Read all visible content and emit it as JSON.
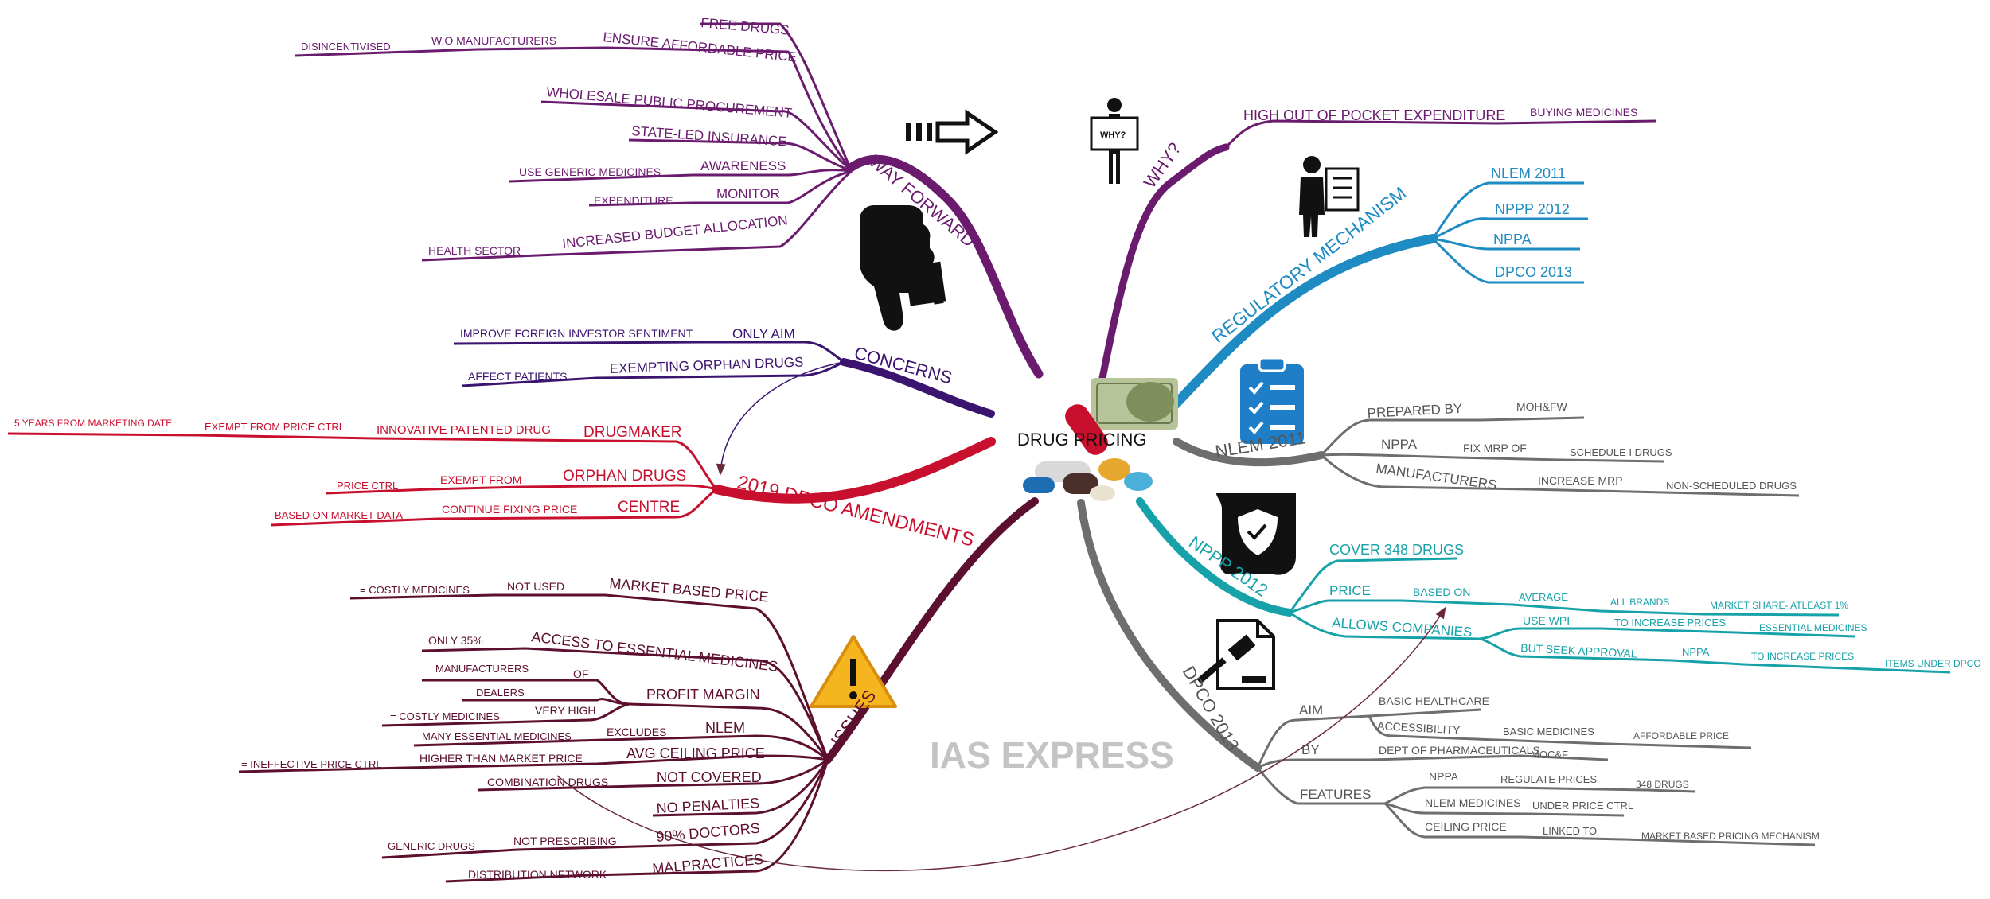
{
  "center": {
    "title": "DRUG PRICING"
  },
  "watermark": "IAS EXPRESS",
  "colors": {
    "way_forward": "#6a1b6e",
    "why": "#6a1b6e",
    "concerns": "#3b1470",
    "amendments": "#c8102e",
    "issues": "#5c0f2e",
    "regulatory": "#1e8bc3",
    "nlem": "#6e6e6e",
    "nppp": "#16a2a8",
    "dpco": "#6e6e6e",
    "icon_blue": "#1e7fc8"
  },
  "branches": {
    "way_forward": {
      "title": "WAY FORWARD",
      "items": {
        "free_drugs": "FREE DRUGS",
        "ensure_affordable": "ENSURE AFFORDABLE PRICE",
        "wo_manufacturers": "W.O MANUFACTURERS",
        "disincentivised": "DISINCENTIVISED",
        "wholesale": "WHOLESALE PUBLIC PROCUREMENT",
        "state_insurance": "STATE-LED INSURANCE",
        "awareness": "AWARENESS",
        "generic": "USE GENERIC MEDICINES",
        "monitor": "MONITOR",
        "expenditure": "EXPENDITURE",
        "budget": "INCREASED BUDGET ALLOCATION",
        "health_sector": "HEALTH SECTOR"
      }
    },
    "concerns": {
      "title": "CONCERNS",
      "items": {
        "only_aim": "ONLY AIM",
        "foreign": "IMPROVE FOREIGN INVESTOR SENTIMENT",
        "exempting": "EXEMPTING ORPHAN DRUGS",
        "affect": "AFFECT PATIENTS"
      }
    },
    "amendments": {
      "title": "2019 DPCO AMENDMENTS",
      "items": {
        "drugmaker": "DRUGMAKER",
        "innovative": "INNOVATIVE PATENTED DRUG",
        "exempt_ctrl": "EXEMPT FROM PRICE CTRL",
        "five_years": "5 YEARS FROM MARKETING DATE",
        "orphan": "ORPHAN DRUGS",
        "exempt_from": "EXEMPT FROM",
        "price_ctrl": "PRICE CTRL",
        "centre": "CENTRE",
        "continue": "CONTINUE FIXING PRICE",
        "market_data": "BASED ON MARKET DATA"
      }
    },
    "issues": {
      "title": "ISSUES",
      "items": {
        "market_based": "MARKET BASED PRICE",
        "not_used": "NOT USED",
        "costly1": "= COSTLY MEDICINES",
        "access": "ACCESS TO ESSENTIAL MEDICINES",
        "only35": "ONLY 35%",
        "profit": "PROFIT MARGIN",
        "of": "OF",
        "manufacturers": "MANUFACTURERS",
        "dealers": "DEALERS",
        "very_high": "VERY HIGH",
        "costly2": "= COSTLY MEDICINES",
        "nlem": "NLEM",
        "excludes": "EXCLUDES",
        "many_essential": "MANY ESSENTIAL MEDICINES",
        "avg_ceiling": "AVG CEILING PRICE",
        "higher": "HIGHER THAN MARKET PRICE",
        "ineffective": "= INEFFECTIVE PRICE CTRL",
        "not_covered": "NOT COVERED",
        "combination": "COMBINATION DRUGS",
        "no_penalties": "NO PENALTIES",
        "ninety": "90% DOCTORS",
        "not_prescribing": "NOT PRESCRIBING",
        "generic_drugs": "GENERIC DRUGS",
        "malpractices": "MALPRACTICES",
        "distribution": "DISTRIBUTION NETWORK"
      }
    },
    "why": {
      "title": "WHY?",
      "sign": "WHY?",
      "items": {
        "high_oop": "HIGH OUT OF POCKET EXPENDITURE",
        "buying": "BUYING MEDICINES"
      }
    },
    "regulatory": {
      "title": "REGULATORY MECHANISM",
      "items": {
        "nlem2011": "NLEM 2011",
        "nppp2012": "NPPP 2012",
        "nppa": "NPPA",
        "dpco2013": "DPCO 2013"
      }
    },
    "nlem": {
      "title": "NLEM 2011",
      "items": {
        "prepared_by": "PREPARED BY",
        "mohfw": "MOH&FW",
        "nppa": "NPPA",
        "fix_mrp": "FIX MRP OF",
        "schedule": "SCHEDULE I DRUGS",
        "manufacturers": "MANUFACTURERS",
        "increase_mrp": "INCREASE MRP",
        "non_scheduled": "NON-SCHEDULED DRUGS"
      }
    },
    "nppp": {
      "title": "NPPP 2012",
      "items": {
        "cover": "COVER 348 DRUGS",
        "price": "PRICE",
        "based_on": "BASED ON",
        "average": "AVERAGE",
        "all_brands": "ALL BRANDS",
        "market_share": "MARKET SHARE- ATLEAST 1%",
        "allows": "ALLOWS COMPANIES",
        "use_wpi": "USE WPI",
        "to_increase1": "TO INCREASE PRICES",
        "essential": "ESSENTIAL MEDICINES",
        "but_seek": "BUT SEEK APPROVAL",
        "nppa": "NPPA",
        "to_increase2": "TO INCREASE PRICES",
        "items_under": "ITEMS UNDER DPCO"
      }
    },
    "dpco": {
      "title": "DPCO 2013",
      "items": {
        "aim": "AIM",
        "basic_healthcare": "BASIC HEALTHCARE",
        "accessibility": "ACCESSIBILITY",
        "basic_medicines": "BASIC MEDICINES",
        "affordable": "AFFORDABLE PRICE",
        "by": "BY",
        "dept": "DEPT OF PHARMACEUTICALS",
        "mocf": "MOC&F",
        "features": "FEATURES",
        "nppa": "NPPA",
        "regulate": "REGULATE PRICES",
        "drugs348": "348 DRUGS",
        "nlem_medicines": "NLEM MEDICINES",
        "under_ctrl": "UNDER PRICE CTRL",
        "ceiling": "CEILING PRICE",
        "linked": "LINKED TO",
        "market_mechanism": "MARKET BASED PRICING MECHANISM"
      }
    }
  }
}
